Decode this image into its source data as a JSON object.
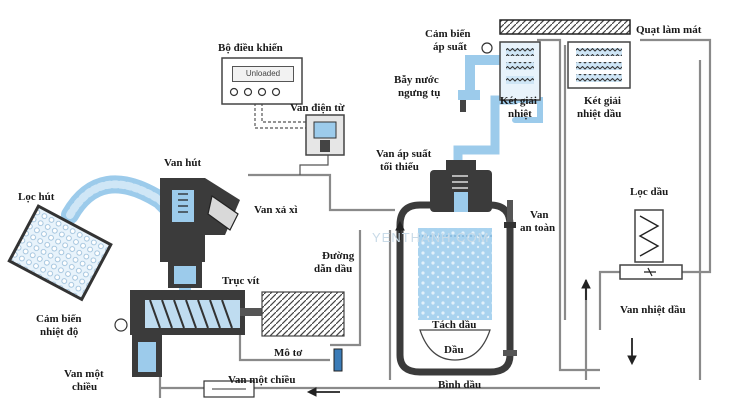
{
  "labels": {
    "bo_dieu_khien": "Bộ điều khiển",
    "unloaded": "Unloaded",
    "van_dien_tu": "Van điện từ",
    "cam_bien_ap_suat_1": "Cảm biến",
    "cam_bien_ap_suat_2": "áp suất",
    "bay_nuoc_1": "Bẫy nước",
    "bay_nuoc_2": "ngưng tụ",
    "ket_giai_nhiet_1": "Két giải",
    "ket_giai_nhiet_2": "nhiệt",
    "quat_lam_mat": "Quạt làm mát",
    "ket_giai_nhiet_dau_1": "Két giải",
    "ket_giai_nhiet_dau_2": "nhiệt dầu",
    "van_ap_suat_1": "Van áp suất",
    "van_ap_suat_2": "tối thiểu",
    "loc_hut": "Lọc hút",
    "van_hut": "Van hút",
    "van_xa_xi": "Van xả xì",
    "duong_dan_dau_1": "Đường",
    "duong_dan_dau_2": "dẫn dầu",
    "van_an_toan_1": "Van",
    "van_an_toan_2": "an toàn",
    "loc_dau": "Lọc dầu",
    "truc_vit": "Trục vít",
    "cam_bien_nhiet_do_1": "Cảm biến",
    "cam_bien_nhiet_do_2": "nhiệt độ",
    "tach_dau": "Tách dầu",
    "dau": "Dầu",
    "van_nhiet_dau": "Van nhiệt dầu",
    "mo_to": "Mô tơ",
    "van_mot_chieu_1_1": "Van một",
    "van_mot_chieu_1_2": "chiều",
    "van_mot_chieu_2": "Van một chiều",
    "binh_dau": "Bình dầu"
  },
  "watermark": "YENTHANH.COM",
  "colors": {
    "air_blue": "#8ec5e8",
    "air_light": "#cfe6f6",
    "machine_dark": "#3b3b3b",
    "pipe_gray": "#8a8a8a"
  }
}
